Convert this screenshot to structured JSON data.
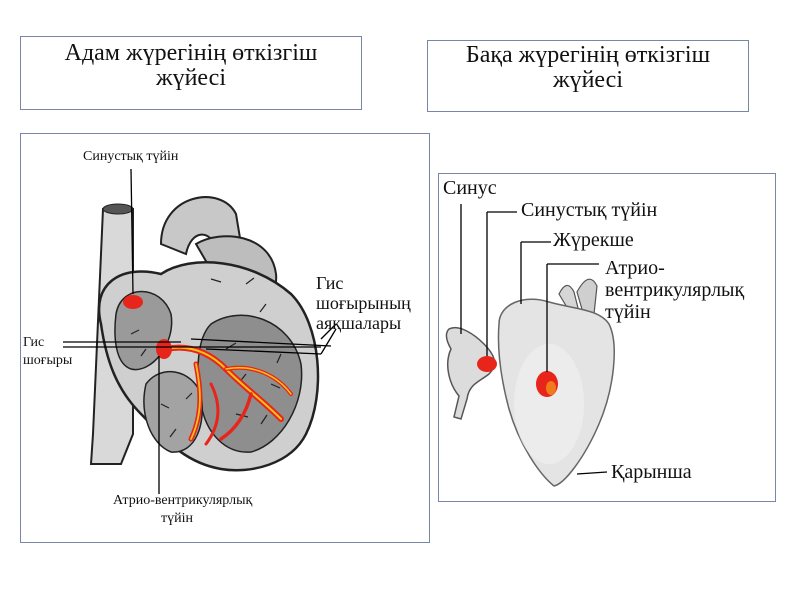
{
  "human": {
    "title_line1": "Адам жүрегінің өткізгіш",
    "title_line2": "жүйесі",
    "labels": {
      "sinus_node": "Синустық түйін",
      "his_bundle_line1": "Гис",
      "his_bundle_line2": "шоғыры",
      "his_legs_line1": "Гис",
      "his_legs_line2": "шоғырының",
      "his_legs_line3": "аяқшалары",
      "av_node_line1": "Атрио-вентрикулярлық",
      "av_node_line2": "түйін"
    }
  },
  "frog": {
    "title_line1": "Бақа жүрегінің өткізгіш",
    "title_line2": "жүйесі",
    "labels": {
      "sinus": "Синус",
      "sinus_node": "Синустық түйін",
      "atrium": "Жүрекше",
      "av_node_line1": "Атрио-",
      "av_node_line2": "вентрикулярлық",
      "av_node_line3": "түйін",
      "ventricle": "Қарынша"
    }
  },
  "colors": {
    "border": "#7a86a8",
    "node_red": "#e8251b",
    "node_yellow": "#f3c21b"
  }
}
